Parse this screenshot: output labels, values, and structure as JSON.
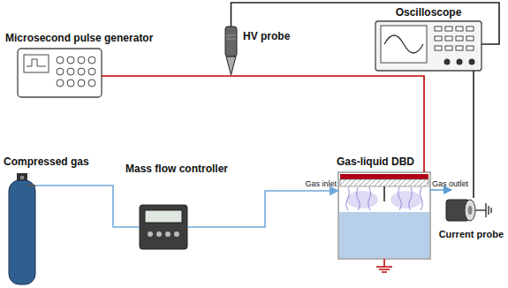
{
  "diagram": {
    "nodes": [
      {
        "text": [
          "HV probe"
        ]
      },
      {
        "text": [
          "Oscilloscope"
        ]
      },
      {
        "text": [
          "Microsecond pulse generator"
        ]
      },
      {
        "text": [
          "Compressed gas"
        ]
      },
      {
        "text": [
          "Mass flow controller"
        ]
      },
      {
        "text": [
          "Gas-liquid DBD"
        ]
      },
      {
        "text": [
          "Current probe"
        ]
      }
    ],
    "edges": [
      {
        "from": 2,
        "to": 5,
        "arrow": "none"
      },
      {
        "from": 0,
        "to": 1,
        "arrow": "none"
      },
      {
        "from": 3,
        "to": 4,
        "arrow": "none"
      },
      {
        "from": 4,
        "to": 5,
        "arrow": "to"
      },
      {
        "from": 1,
        "to": 6,
        "arrow": "none"
      }
    ],
    "labels": [
      "Gas inlet",
      "Gas outlet"
    ]
  }
}
